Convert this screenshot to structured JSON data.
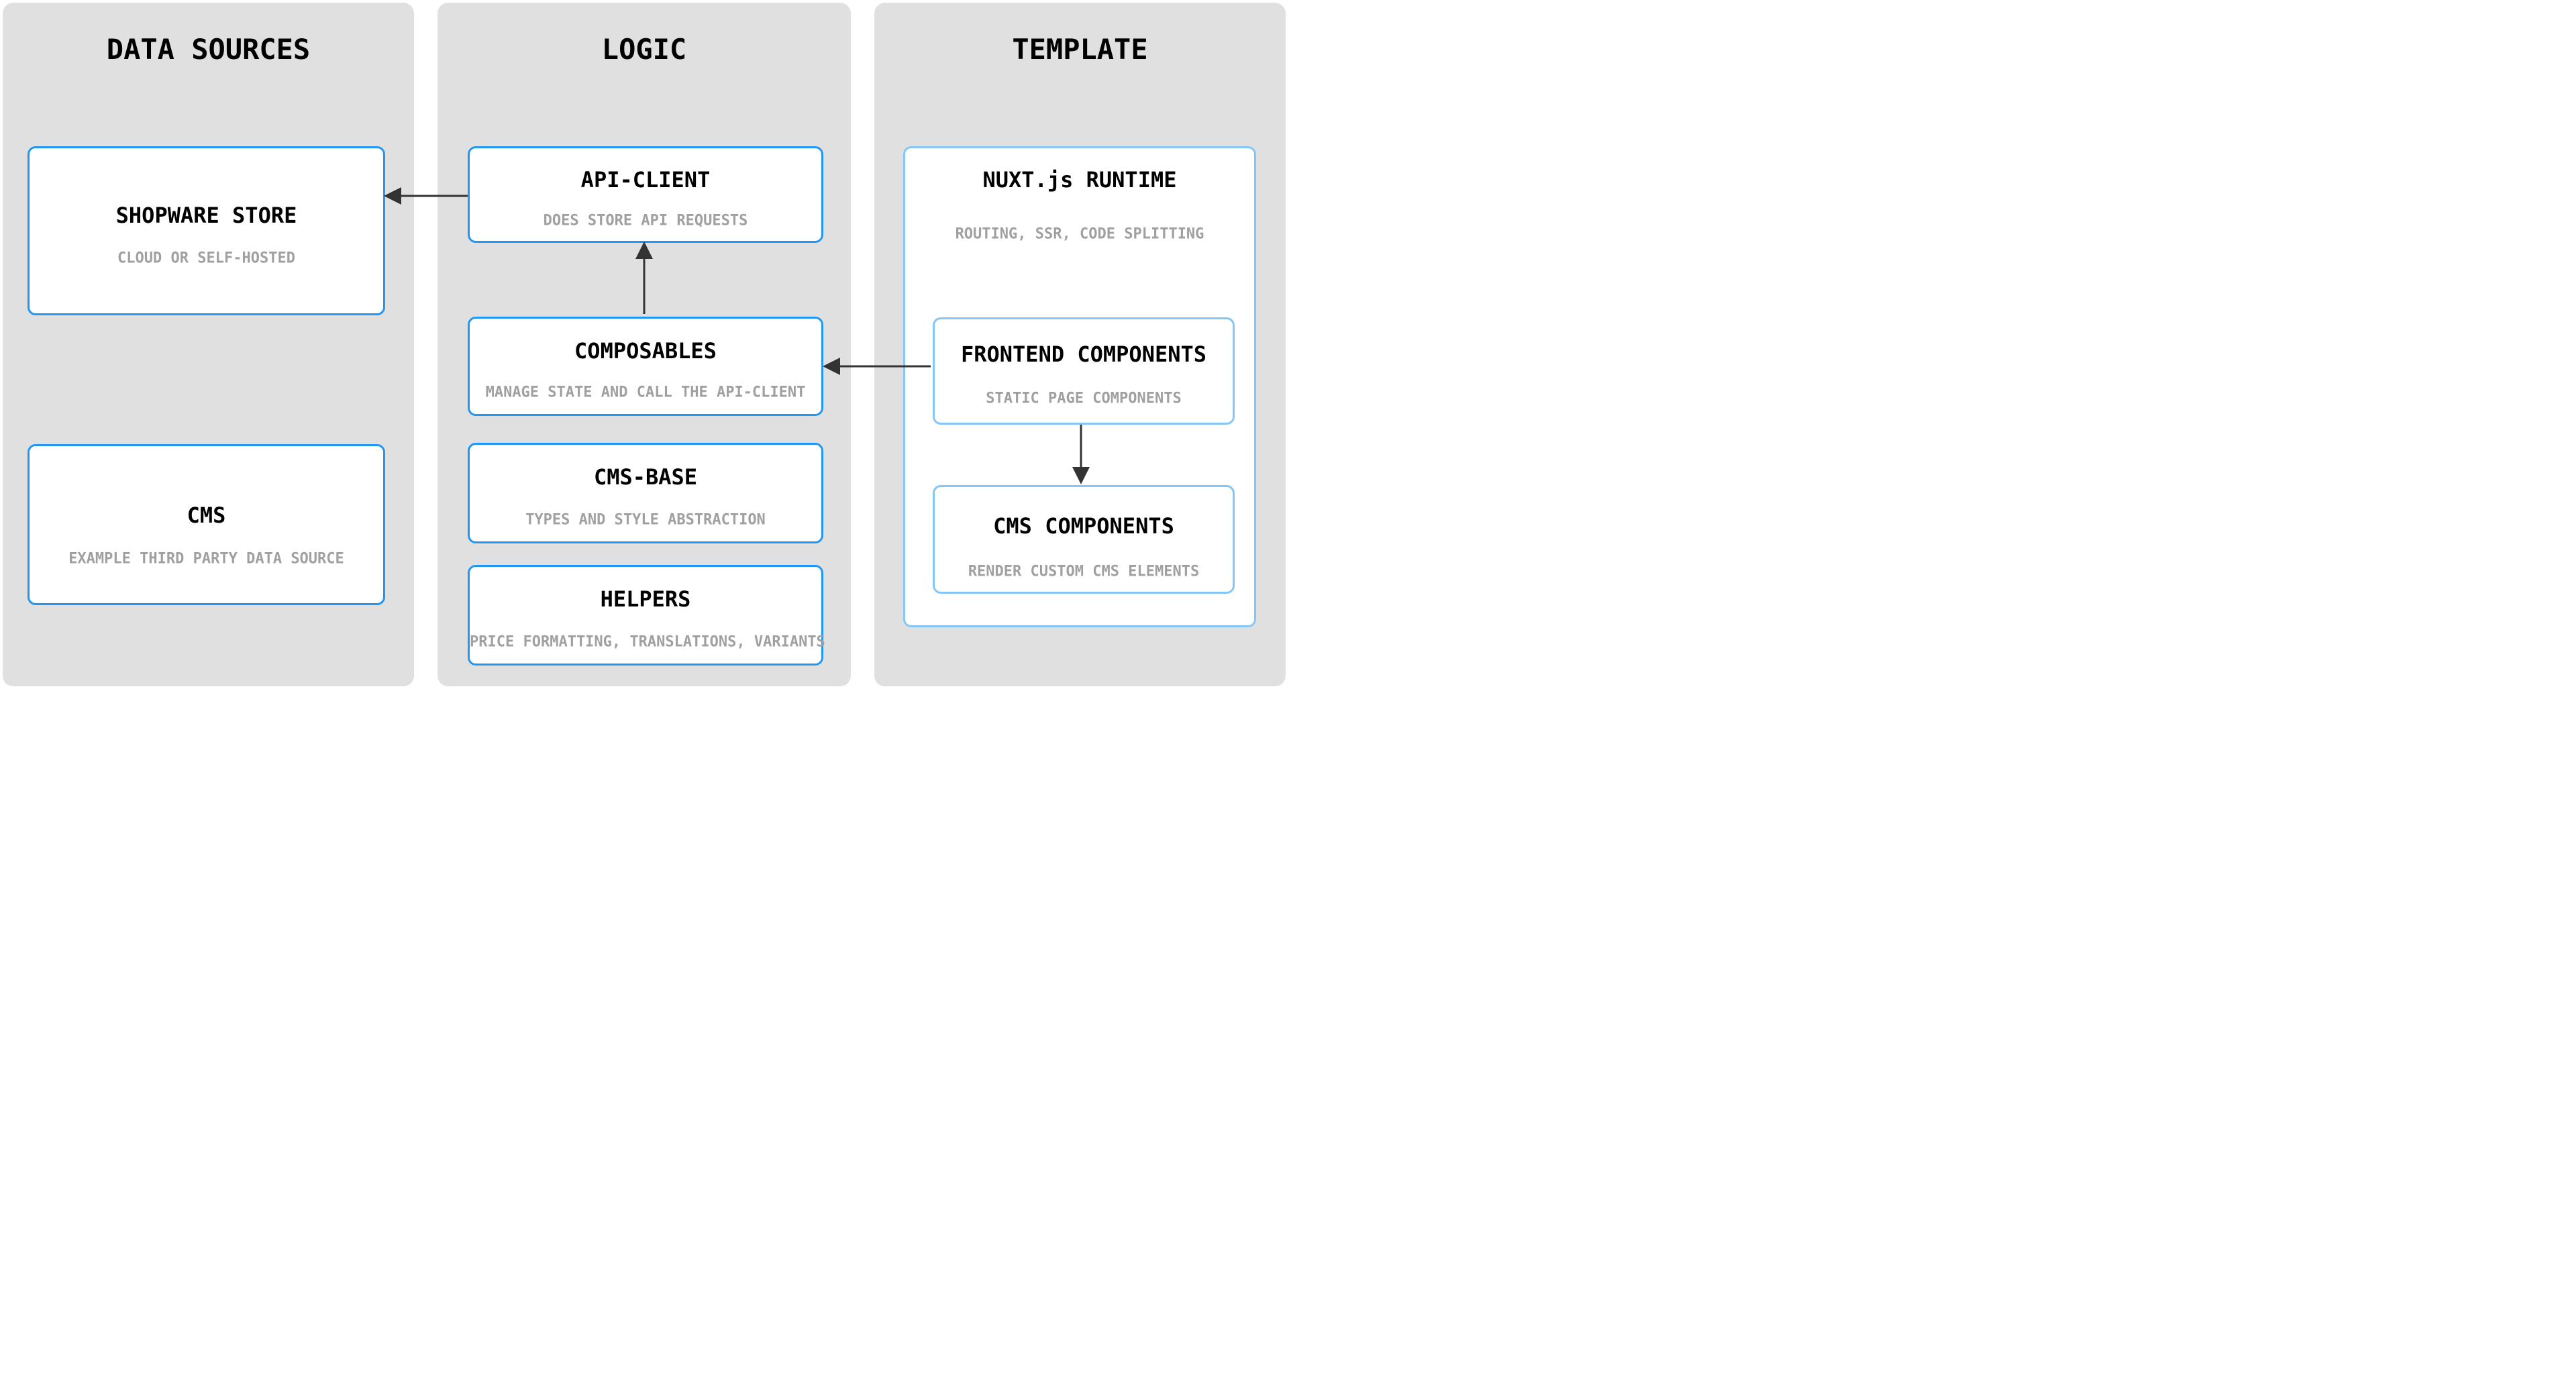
{
  "diagram": {
    "columns": [
      {
        "header": "DATA SOURCES",
        "boxes": [
          {
            "title": "SHOPWARE STORE",
            "subtitle": "CLOUD OR SELF-HOSTED"
          },
          {
            "title": "CMS",
            "subtitle": "EXAMPLE THIRD PARTY DATA SOURCE"
          }
        ]
      },
      {
        "header": "LOGIC",
        "boxes": [
          {
            "title": "API-CLIENT",
            "subtitle": "DOES STORE API REQUESTS"
          },
          {
            "title": "COMPOSABLES",
            "subtitle": "MANAGE STATE AND CALL THE API-CLIENT"
          },
          {
            "title": "CMS-BASE",
            "subtitle": "TYPES AND STYLE ABSTRACTION"
          },
          {
            "title": "HELPERS",
            "subtitle": "PRICE FORMATTING, TRANSLATIONS, VARIANTS"
          }
        ]
      },
      {
        "header": "TEMPLATE",
        "boxes": [
          {
            "title": "NUXT.js RUNTIME",
            "subtitle": "ROUTING, SSR, CODE SPLITTING"
          },
          {
            "title": "FRONTEND COMPONENTS",
            "subtitle": "STATIC PAGE COMPONENTS"
          },
          {
            "title": "CMS COMPONENTS",
            "subtitle": "RENDER CUSTOM CMS ELEMENTS"
          }
        ]
      }
    ],
    "arrows": [
      {
        "from": "API-CLIENT",
        "to": "SHOPWARE STORE",
        "direction": "left"
      },
      {
        "from": "COMPOSABLES",
        "to": "API-CLIENT",
        "direction": "up"
      },
      {
        "from": "FRONTEND COMPONENTS",
        "to": "COMPOSABLES",
        "direction": "left"
      },
      {
        "from": "FRONTEND COMPONENTS",
        "to": "CMS COMPONENTS",
        "direction": "down"
      }
    ],
    "colors": {
      "column_bg": "#e0e0e0",
      "box_bg": "#ffffff",
      "box_border_primary": "#2196f3",
      "box_border_light": "#85c5f8",
      "title_text": "#000000",
      "subtitle_text": "#a0a0a0",
      "arrow": "#333333"
    }
  }
}
